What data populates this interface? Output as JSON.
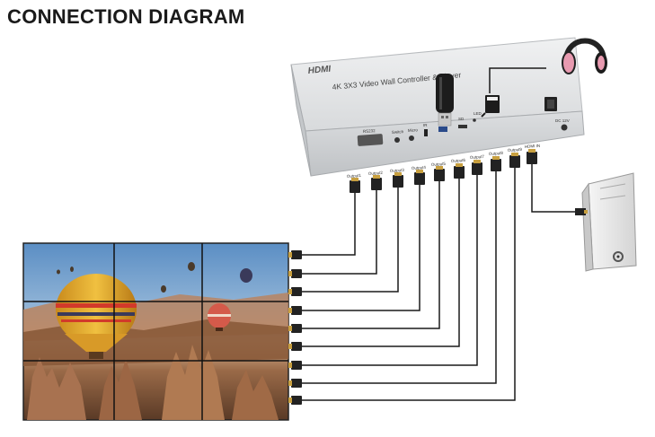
{
  "title": "CONNECTION DIAGRAM",
  "controller": {
    "brand": "HDMI",
    "model_text": "4K 3X3 Video Wall Controller & Player",
    "front_labels": [
      "RS232",
      "Switch",
      "Micro",
      "IR",
      "USB",
      "SD",
      "LED"
    ],
    "output_labels": [
      "Output1",
      "Output2",
      "Output3",
      "Output4",
      "Output5",
      "Output6",
      "Output7",
      "Output8",
      "Output9",
      "HDMI IN"
    ],
    "power_label": "DC 12V"
  },
  "colors": {
    "cable": "#1a1a1a",
    "device_body": "#e4e6e8",
    "sky_top": "#5b8ec4",
    "balloon_yellow": "#e8b530",
    "balloon_red": "#d23a2a",
    "headphone_pink": "#e89ab0"
  },
  "icons": [
    "usb-flash-drive",
    "sd-card",
    "headphones",
    "pc-tower"
  ]
}
